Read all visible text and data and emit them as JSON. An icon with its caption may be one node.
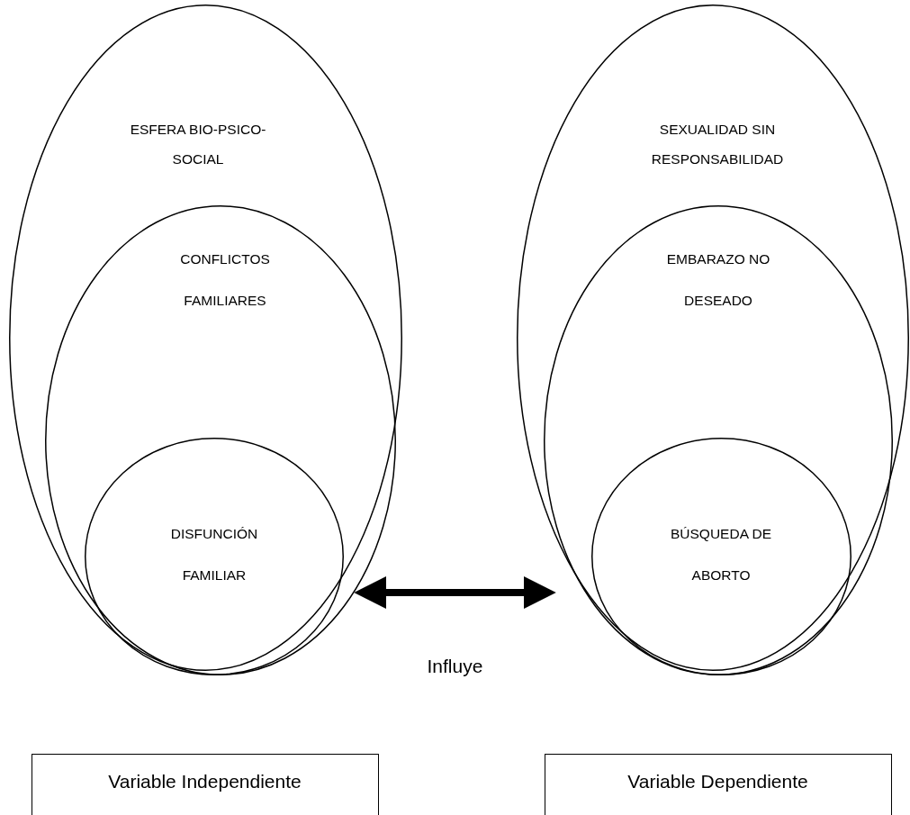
{
  "diagram": {
    "nodes": [
      {
        "text": [
          "ESFERA BIO-PSICO-SOCIAL"
        ]
      },
      {
        "text": [
          "CONFLICTOS FAMILIARES"
        ],
        "in": 0
      },
      {
        "text": [
          "DISFUNCIÓN FAMILIAR"
        ],
        "in": 1
      },
      {
        "text": [
          "SEXUALIDAD SIN RESPONSABILIDAD"
        ]
      },
      {
        "text": [
          "EMBARAZO NO DESEADO"
        ],
        "in": 3
      },
      {
        "text": [
          "BÚSQUEDA DE ABORTO"
        ],
        "in": 4
      },
      {
        "text": [
          "Variable Independiente"
        ]
      },
      {
        "text": [
          "Variable Dependiente"
        ]
      }
    ],
    "edges": [
      {
        "from": 2,
        "to": 5,
        "arrow": "both",
        "label": "Influye"
      }
    ]
  }
}
